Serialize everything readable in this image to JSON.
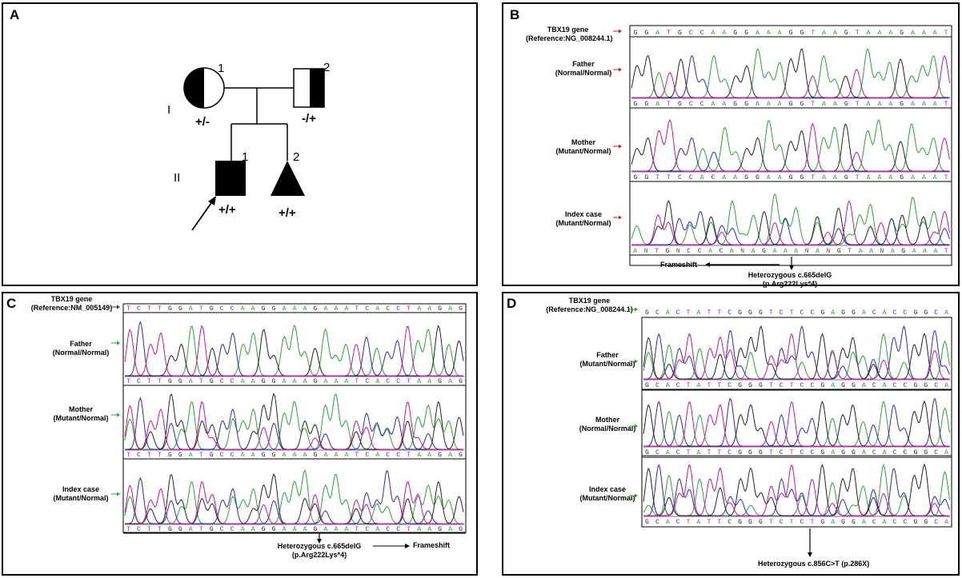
{
  "panels": {
    "A": {
      "label": "A",
      "gen1": "I",
      "gen2": "II",
      "mother_num": "1",
      "father_num": "2",
      "son_num": "1",
      "sib2_num": "2",
      "mother_geno": "+/-",
      "father_geno": "-/+",
      "son_geno": "+/+",
      "sib2_geno": "+/+"
    },
    "B": {
      "label": "B",
      "ref_title": "TBX19 gene",
      "ref_sub": "(Reference:NG_008244.1)",
      "ref_seq": "GGATGCCAAGGAAAGGTAAGTAAAGAAAT",
      "rows": [
        {
          "title": "Father",
          "sub": "(Normal/Normal)",
          "seq": "GGATGCCAAGGAAAGGTAAGTAAAGAAAT"
        },
        {
          "title": "Mother",
          "sub": "(Mutant/Normal)",
          "seq": "GGTTCCACAAGGAAGGTAAGTAAAGAAAT"
        },
        {
          "title": "Index case",
          "sub": "(Mutant/Normal)",
          "seq": "ANTGNCCACANAGAAANANGTAANAGAAAT"
        }
      ],
      "frameshift": "Frameshift",
      "mutation": "Heterozygous c.665delG",
      "protein": "(p.Arg222Lys*4)"
    },
    "C": {
      "label": "C",
      "ref_title": "TBX19 gene",
      "ref_sub": "(Reference:NM_005149)",
      "ref_seq": "TCTTGGATGCCAAGGAAAGAAATCACCTAAGAG",
      "rows": [
        {
          "title": "Father",
          "sub": "(Normal/Normal)",
          "seq": "TCTTGGATGCCAAGGAAAGAAATCACCTAAGAG"
        },
        {
          "title": "Mother",
          "sub": "(Mutant/Normal)",
          "seq": "TCTTGGATGCCAAGGAAAGAAATCACCTAAGAG"
        },
        {
          "title": "Index case",
          "sub": "(Mutant/Normal)",
          "seq": "TCTTGGATGCCAAGGAAAGAAATCACCTAAGAG"
        }
      ],
      "mutation": "Heterozygous c.665delG",
      "protein": "(p.Arg222Lys*4)",
      "frameshift": "Frameshift"
    },
    "D": {
      "label": "D",
      "ref_title": "TBX19 gene",
      "ref_sub": "(Reference:NG_008244.1)",
      "ref_seq": "GCACTATTCGGGTCTCCGAGGACACCGGCA",
      "rows": [
        {
          "title": "Father",
          "sub": "(Mutant/Normal)",
          "seq": "GCACTATTCGGGTCTCCGAGGACACCGGCA"
        },
        {
          "title": "Mother",
          "sub": "(Normal/Normal)",
          "seq": "GCACTATTCGGGTCTCCGAGGACACCGGCA"
        },
        {
          "title": "Index case",
          "sub": "(Mutant/Normal)",
          "seq": "GCACTATTCGGGTCTCTGAGGACACCGGCA"
        }
      ],
      "mutation": "Heterozygous c.856C>T (p.286X)"
    }
  },
  "colors": {
    "A": "#2e9e3a",
    "C": "#2b2bb0",
    "G": "#222222",
    "T": "#c2188a",
    "ref_arrow_B": "#b22222",
    "row_arrow_green": "#2e9e3a",
    "row_arrow_black": "#333333"
  }
}
